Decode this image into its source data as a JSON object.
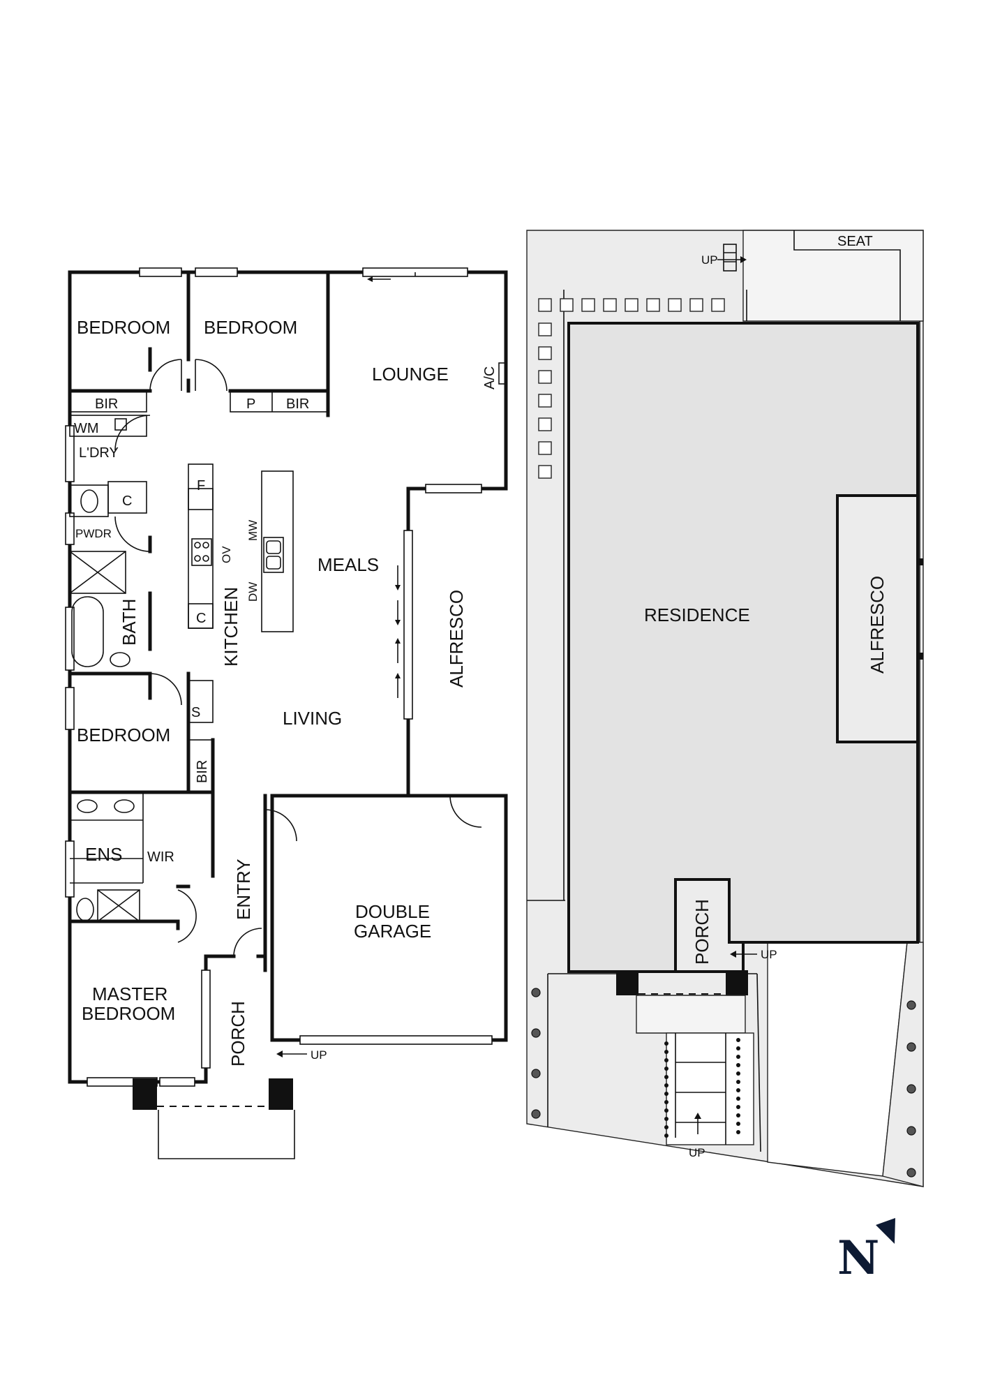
{
  "floor_plan": {
    "rooms": {
      "bedroom_1": "BEDROOM",
      "bedroom_2": "BEDROOM",
      "lounge": "LOUNGE",
      "ac": "A/C",
      "bir_1": "BIR",
      "pantry": "P",
      "bir_2": "BIR",
      "wm": "WM",
      "laundry": "L'DRY",
      "cupboard_1": "C",
      "powder": "PWDR",
      "fridge": "F",
      "oven": "OV",
      "microwave": "MW",
      "dishwasher": "DW",
      "meals": "MEALS",
      "cupboard_2": "C",
      "kitchen": "KITCHEN",
      "bath": "BATH",
      "alfresco": "ALFRESCO",
      "storage": "S",
      "bedroom_3": "BEDROOM",
      "living": "LIVING",
      "bir_3": "BIR",
      "ensuite": "ENS",
      "wir": "WIR",
      "entry": "ENTRY",
      "garage_line1": "DOUBLE",
      "garage_line2": "GARAGE",
      "master_line1": "MASTER",
      "master_line2": "BEDROOM",
      "porch": "PORCH",
      "up": "UP"
    }
  },
  "site_plan": {
    "labels": {
      "seat": "SEAT",
      "up_top": "UP",
      "residence": "RESIDENCE",
      "alfresco": "ALFRESCO",
      "porch": "PORCH",
      "up_porch": "UP",
      "up_steps": "UP"
    }
  },
  "compass": {
    "letter": "N"
  }
}
